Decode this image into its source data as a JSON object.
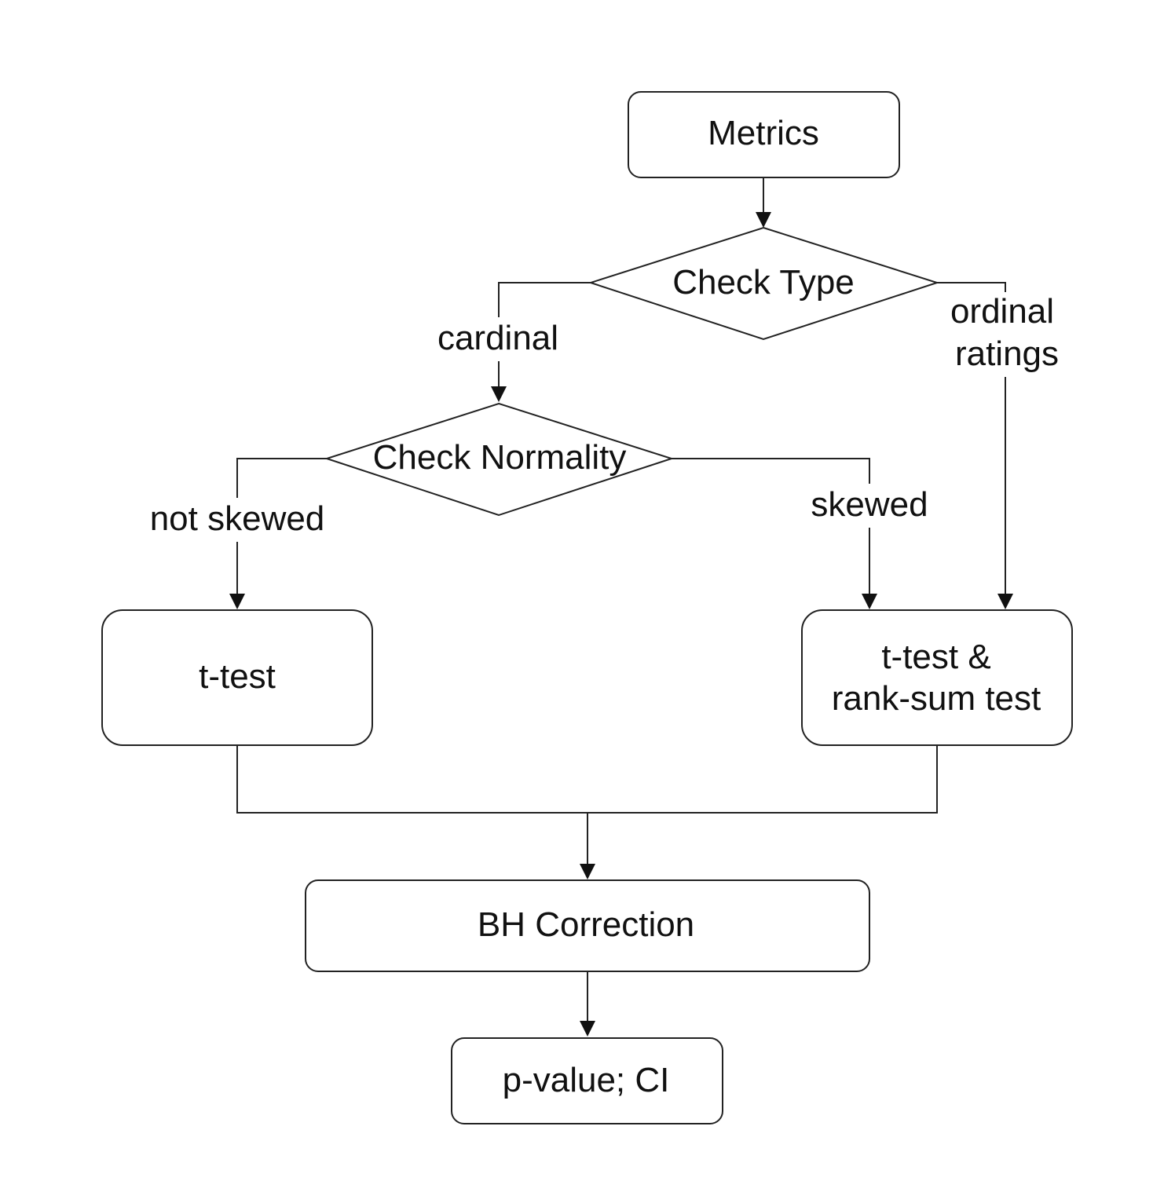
{
  "diagram": {
    "nodes": {
      "metrics": "Metrics",
      "check_type": "Check Type",
      "check_normality": "Check Normality",
      "t_test": "t-test",
      "t_test_ranksum": [
        "t-test &",
        "rank-sum test"
      ],
      "bh_correction": "BH Correction",
      "p_value": "p-value; CI"
    },
    "edge_labels": {
      "cardinal": "cardinal",
      "ordinal_ratings": [
        "ordinal",
        "ratings"
      ],
      "not_skewed": "not skewed",
      "skewed": "skewed"
    }
  }
}
